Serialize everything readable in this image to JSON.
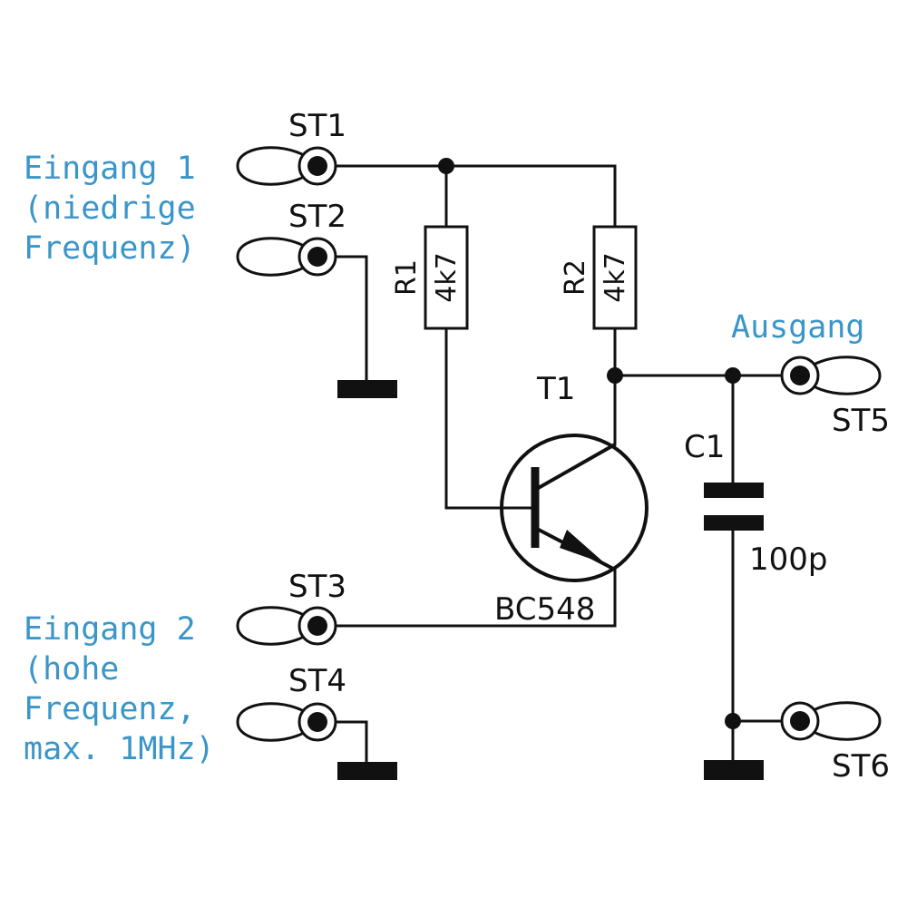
{
  "colors": {
    "ink": "#111111",
    "label_accent": "#3a96c8",
    "background": "#ffffff"
  },
  "inputs": {
    "input1": [
      "Eingang 1",
      "(niedrige",
      "Frequenz)"
    ],
    "input2": [
      "Eingang 2",
      "(hohe",
      "Frequenz,",
      "max. 1MHz)"
    ],
    "output": "Ausgang"
  },
  "terminals": {
    "st1": "ST1",
    "st2": "ST2",
    "st3": "ST3",
    "st4": "ST4",
    "st5": "ST5",
    "st6": "ST6"
  },
  "components": {
    "r1": {
      "ref": "R1",
      "value": "4k7"
    },
    "r2": {
      "ref": "R2",
      "value": "4k7"
    },
    "t1": {
      "ref": "T1",
      "part": "BC548"
    },
    "c1": {
      "ref": "C1",
      "value": "100p"
    }
  }
}
